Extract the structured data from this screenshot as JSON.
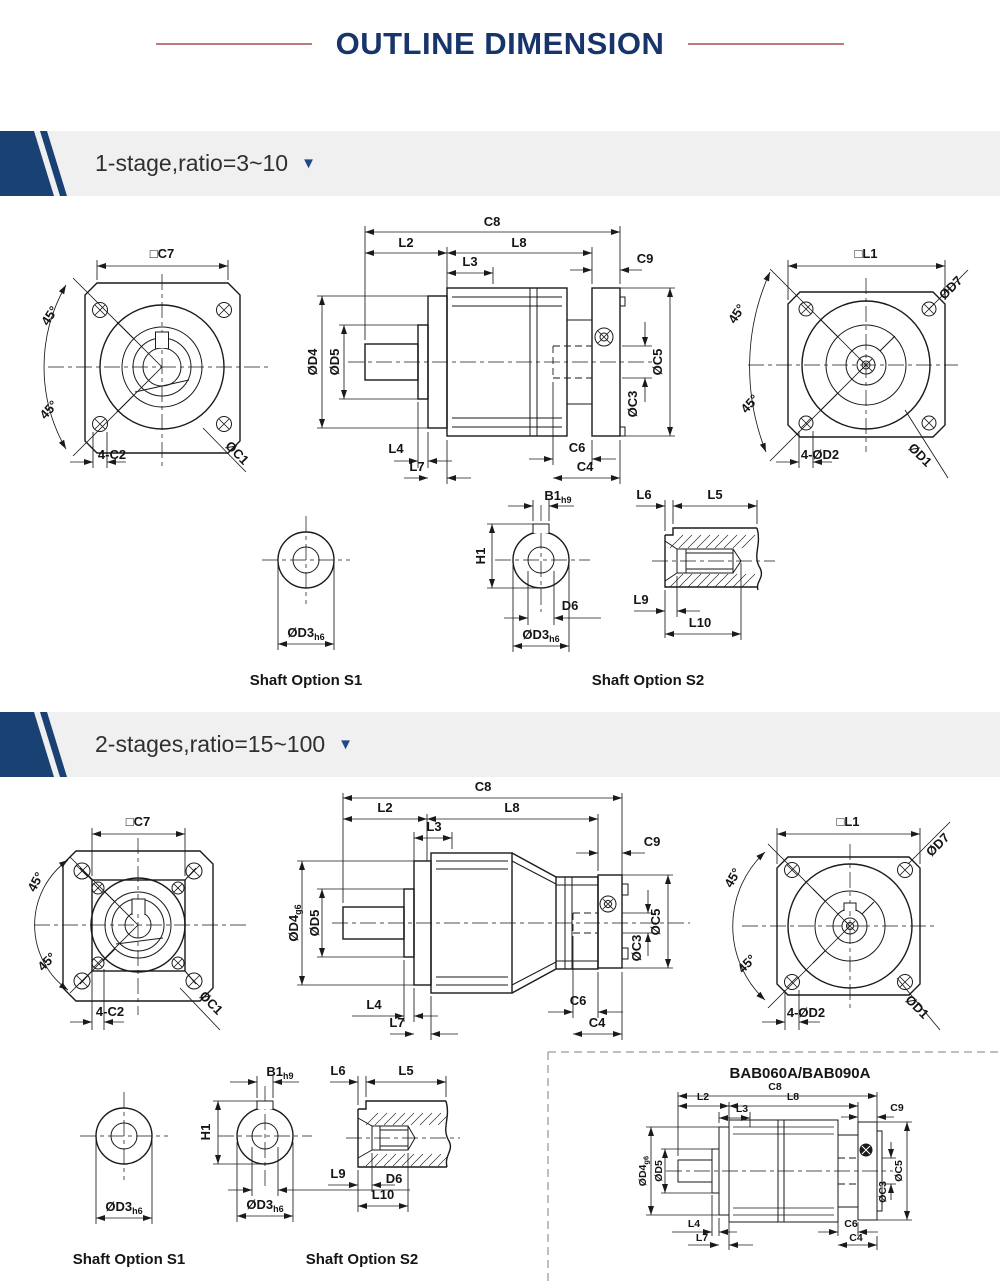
{
  "title": "OUTLINE DIMENSION",
  "colors": {
    "navy": "#17356b",
    "rose": "#b97b7b",
    "bar_bg": "#f0f0f1",
    "ink": "#1a1a1a"
  },
  "sections": [
    {
      "heading": "1-stage,ratio=3~10",
      "expand_icon": "▼",
      "front": {
        "c7": "□C7",
        "a45a": "45°",
        "a45b": "45°",
        "c2": "4-C2",
        "c1": "ØC1"
      },
      "side": {
        "c8": "C8",
        "l2": "L2",
        "l8": "L8",
        "l3": "L3",
        "c9": "C9",
        "d4": "ØD4",
        "d5": "ØD5",
        "c5": "ØC5",
        "c3": "ØC3",
        "l4": "L4",
        "l7": "L7",
        "c6": "C6",
        "c4": "C4"
      },
      "rear": {
        "l1": "□L1",
        "d7": "ØD7",
        "a45a": "45°",
        "a45b": "45°",
        "d2": "4-ØD2",
        "d1": "ØD1"
      },
      "shaft_s1": {
        "d3": "ØD3",
        "d3sub": "h6",
        "caption": "Shaft Option S1"
      },
      "shaft_s2": {
        "b1": "B1",
        "b1sub": "h9",
        "h1": "H1",
        "d6": "D6",
        "d3": "ØD3",
        "d3sub": "h6",
        "l6": "L6",
        "l5": "L5",
        "l9": "L9",
        "l10": "L10",
        "caption": "Shaft Option S2"
      }
    },
    {
      "heading": "2-stages,ratio=15~100",
      "expand_icon": "▼",
      "front": {
        "c7": "□C7",
        "a45a": "45°",
        "a45b": "45°",
        "c2": "4-C2",
        "c1": "ØC1"
      },
      "side": {
        "c8": "C8",
        "l2": "L2",
        "l8": "L8",
        "l3": "L3",
        "c9": "C9",
        "d4": "ØD4",
        "d4sub": "g6",
        "d5": "ØD5",
        "c5": "ØC5",
        "c3": "ØC3",
        "l4": "L4",
        "l7": "L7",
        "c6": "C6",
        "c4": "C4"
      },
      "rear": {
        "l1": "□L1",
        "d7": "ØD7",
        "a45a": "45°",
        "a45b": "45°",
        "d2": "4-ØD2",
        "d1": "ØD1"
      },
      "shaft_s1": {
        "d3": "ØD3",
        "d3sub": "h6",
        "caption": "Shaft Option S1"
      },
      "shaft_s2": {
        "b1": "B1",
        "b1sub": "h9",
        "h1": "H1",
        "d6": "D6",
        "d3": "ØD3",
        "d3sub": "h6",
        "l6": "L6",
        "l5": "L5",
        "l9": "L9",
        "l10": "L10",
        "caption": "Shaft Option S2"
      }
    }
  ],
  "inset": {
    "title": "BAB060A/BAB090A",
    "side": {
      "c8": "C8",
      "l2": "L2",
      "l8": "L8",
      "l3": "L3",
      "c9": "C9",
      "d4": "ØD4",
      "d4sub": "g6",
      "d5": "ØD5",
      "c5": "ØC5",
      "c3": "ØC3",
      "l4": "L4",
      "l7": "L7",
      "c6": "C6",
      "c4": "C4"
    }
  }
}
